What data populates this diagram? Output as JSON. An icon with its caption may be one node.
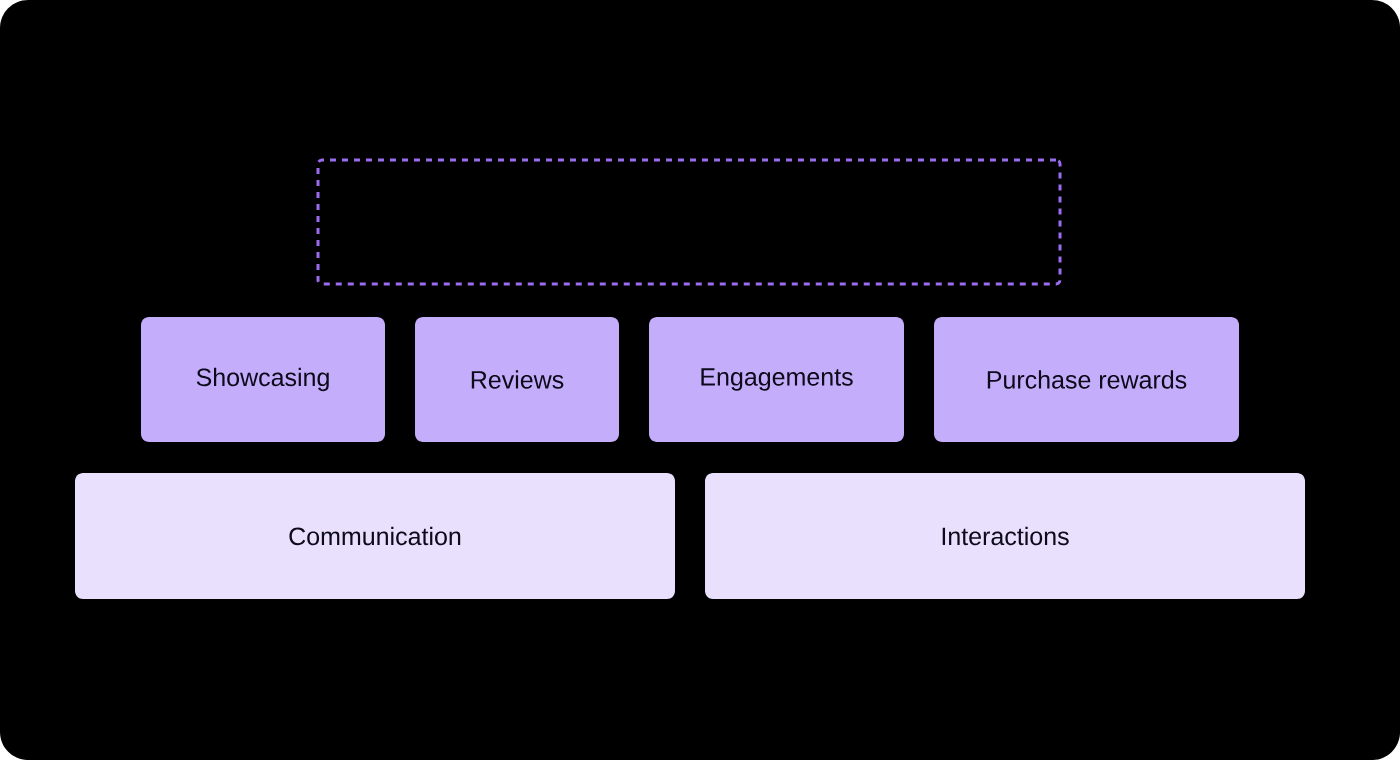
{
  "diagram": {
    "nodes": [
      {
        "text": [],
        "shape": "box"
      },
      {
        "text": [
          "Showcasing"
        ]
      },
      {
        "text": [
          "Reviews"
        ]
      },
      {
        "text": [
          "Engagements"
        ]
      },
      {
        "text": [
          "Purchase rewards"
        ]
      },
      {
        "text": [
          "Communication"
        ]
      },
      {
        "text": [
          "Interactions"
        ]
      }
    ]
  }
}
